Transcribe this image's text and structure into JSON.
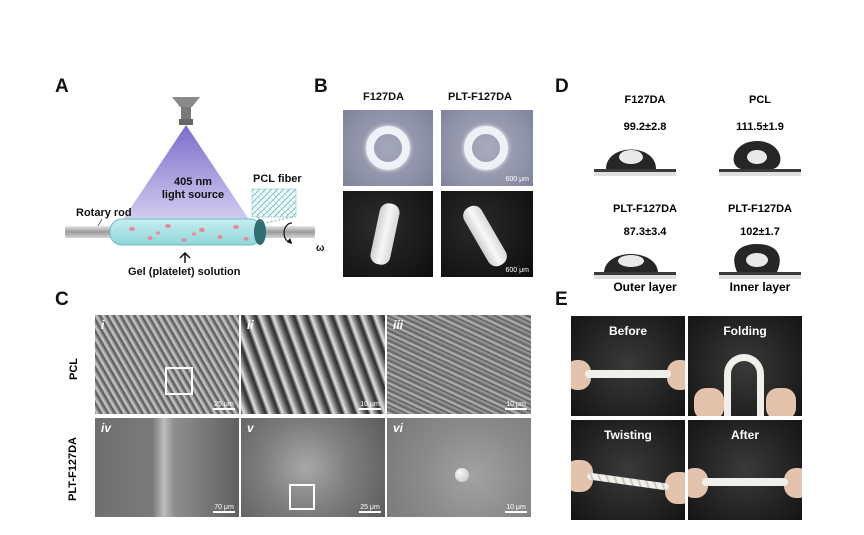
{
  "panels": {
    "A": "A",
    "B": "B",
    "C": "C",
    "D": "D",
    "E": "E"
  },
  "panelA": {
    "light_line1": "405 nm",
    "light_line2": "light source",
    "pcl_fiber": "PCL fiber",
    "rotary_rod": "Rotary rod",
    "gel_solution": "Gel (platelet) solution",
    "omega": "ω"
  },
  "panelB": {
    "col1": "F127DA",
    "col2": "PLT-F127DA",
    "scale1": "600 μm",
    "scale2": "600 μm"
  },
  "panelC": {
    "row1": "PCL",
    "row2": "PLT-F127DA",
    "tiles": [
      {
        "tag": "i",
        "scale": "25 μm"
      },
      {
        "tag": "ii",
        "scale": "10 μm"
      },
      {
        "tag": "iii",
        "scale": "10 μm"
      },
      {
        "tag": "iv",
        "scale": "70 μm"
      },
      {
        "tag": "v",
        "scale": "25 μm"
      },
      {
        "tag": "vi",
        "scale": "10 μm"
      }
    ]
  },
  "panelD": {
    "drops": [
      {
        "name": "F127DA",
        "value": "99.2±2.8"
      },
      {
        "name": "PCL",
        "value": "111.5±1.9"
      },
      {
        "name": "PLT-F127DA",
        "value": "87.3±3.4",
        "caption": "Outer layer"
      },
      {
        "name": "PLT-F127DA",
        "value": "102±1.7",
        "caption": "Inner layer"
      }
    ]
  },
  "panelE": {
    "photos": [
      "Before",
      "Folding",
      "Twisting",
      "After"
    ]
  }
}
